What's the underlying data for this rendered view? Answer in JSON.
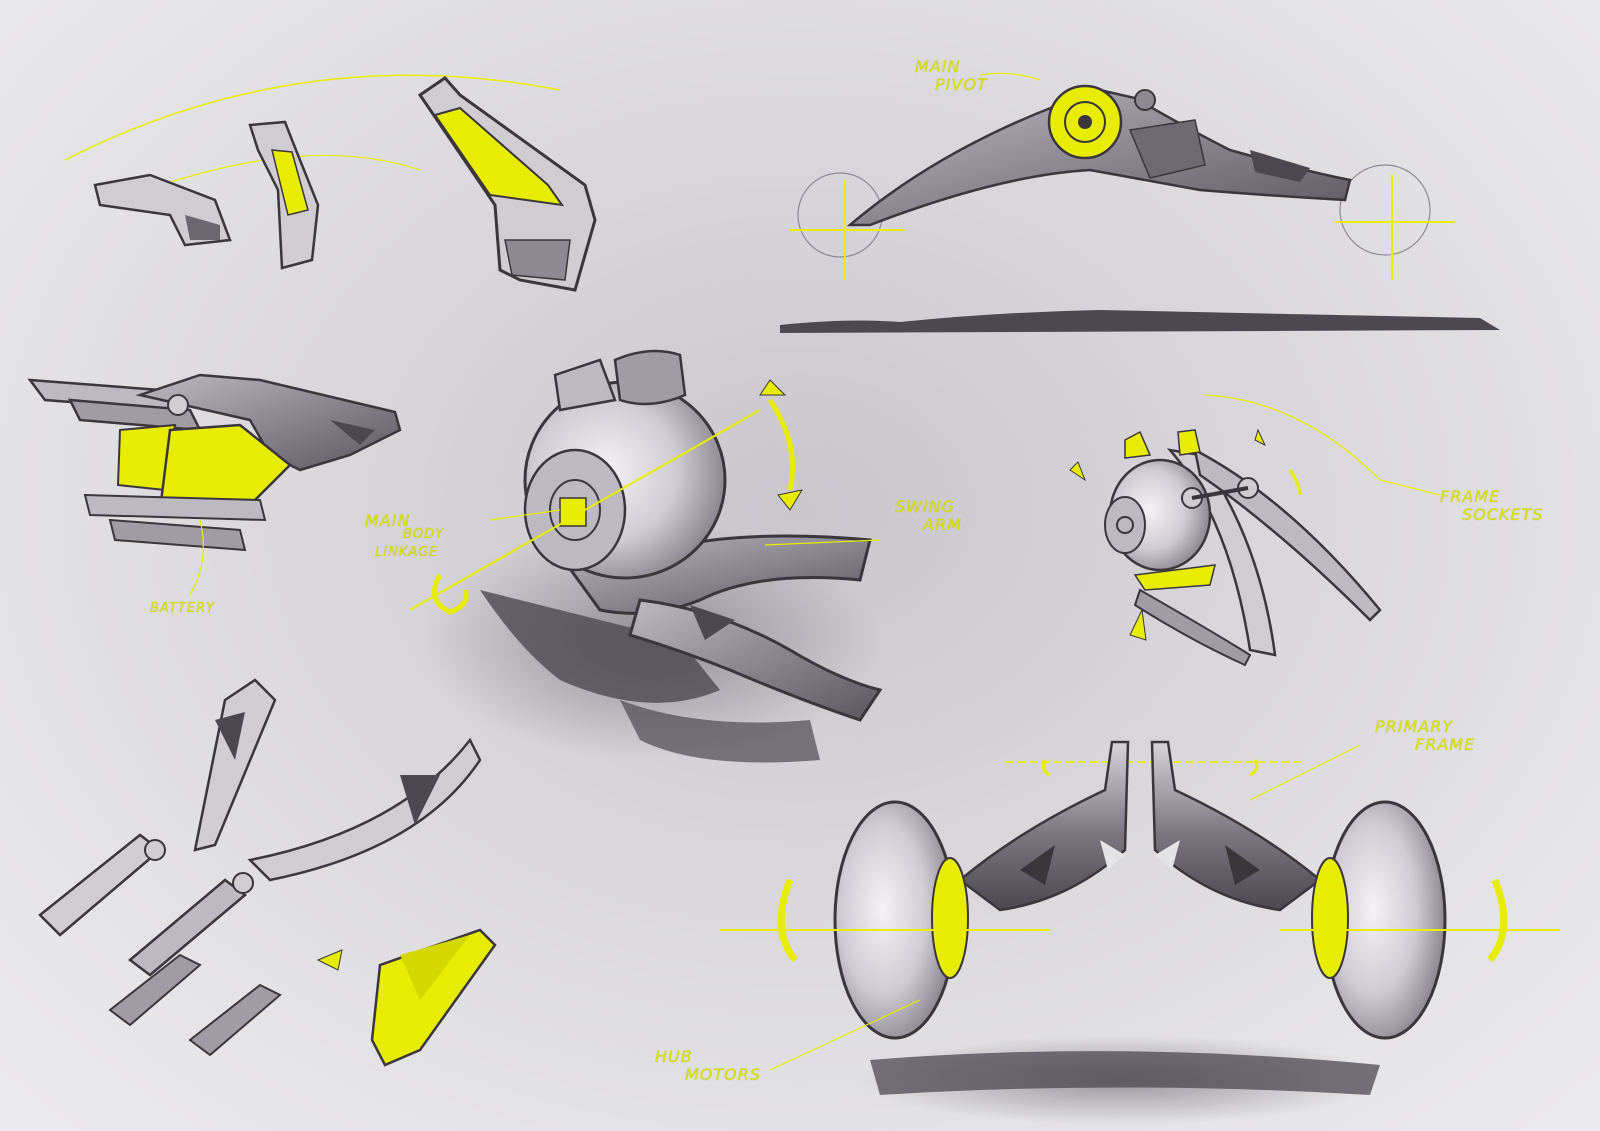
{
  "sheet": {
    "colors": {
      "accent": "#e8ec00",
      "ink": "#3a363c",
      "shade": "#6e6a72",
      "paper": "#e4e3e6"
    },
    "labels": {
      "main_pivot_1": "MAIN",
      "main_pivot_2": "PIVOT",
      "main_body_1": "MAIN",
      "main_body_2": "BODY",
      "main_body_3": "LINKAGE",
      "swing_arm_1": "SWING",
      "swing_arm_2": "ARM",
      "frame_sockets_1": "FRAME",
      "frame_sockets_2": "SOCKETS",
      "battery": "BATTERY",
      "primary_frame_1": "PRIMARY",
      "primary_frame_2": "FRAME",
      "hub_motors_1": "HUB",
      "hub_motors_2": "MOTORS"
    }
  }
}
